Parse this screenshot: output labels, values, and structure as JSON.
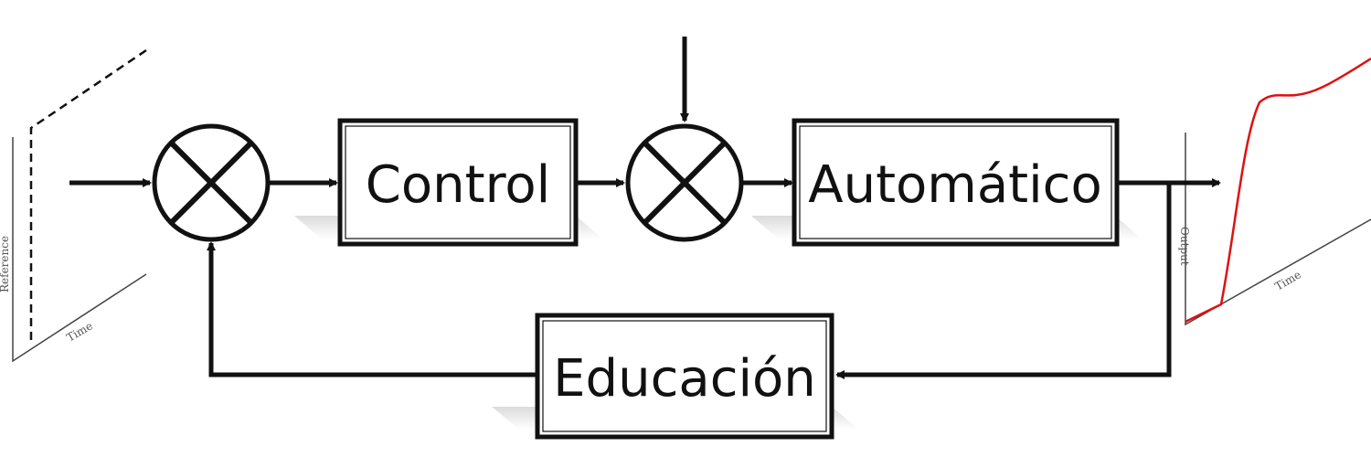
{
  "blocks": {
    "control": "Control",
    "plant": "Automático",
    "feedback": "Educación"
  },
  "input_plot": {
    "y_label": "Reference",
    "x_label": "Time"
  },
  "output_plot": {
    "y_label": "Output",
    "x_label": "Time"
  },
  "colors": {
    "output_signal": "#e01010",
    "line": "#111111"
  }
}
